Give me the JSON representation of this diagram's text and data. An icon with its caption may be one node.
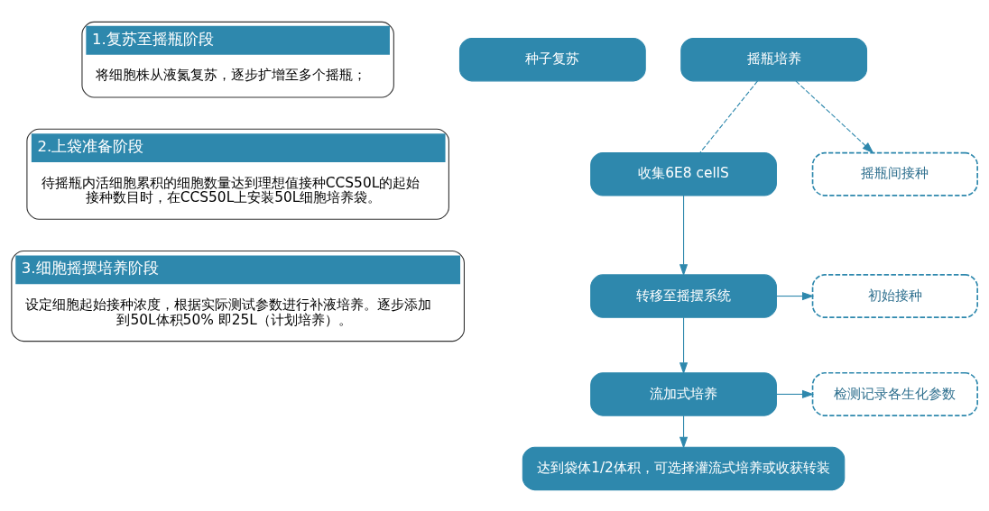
{
  "diagram": {
    "nodes": [
      {
        "text": [
          "1.复苏至摇瓶阶段",
          "将细胞株从液氮复苏，逐步扩增至多个摇瓶；"
        ]
      },
      {
        "text": [
          "2.上袋准备阶段",
          "待摇瓶内活细胞累积的细胞数量达到理想值接种CCS50L的起始接种数目时，在CCS50L上安装50L细胞培养袋。"
        ]
      },
      {
        "text": [
          "3.细胞摇摆培养阶段",
          "设定细胞起始接种浓度，根据实际测试参数进行补液培养。逐步添加到50L体积50% 即25L（计划培养）。"
        ]
      },
      {
        "text": [
          "种子复苏"
        ]
      },
      {
        "text": [
          "摇瓶培养"
        ]
      },
      {
        "text": [
          "收集6E8 cellS"
        ]
      },
      {
        "text": [
          "摇瓶间接种"
        ]
      },
      {
        "text": [
          "转移至摇摆系统"
        ]
      },
      {
        "text": [
          "初始接种"
        ]
      },
      {
        "text": [
          "流加式培养"
        ]
      },
      {
        "text": [
          "检测记录各生化参数"
        ]
      },
      {
        "text": [
          "达到袋体1/2体积，可选择灌流式培养或收获转装"
        ]
      }
    ],
    "edges": [
      {
        "from": 4,
        "to": 5,
        "arrow": "none",
        "style": "dashed"
      },
      {
        "from": 4,
        "to": 6,
        "arrow": "to",
        "style": "dashed"
      },
      {
        "from": 5,
        "to": 7,
        "arrow": "to"
      },
      {
        "from": 7,
        "to": 8,
        "arrow": "to"
      },
      {
        "from": 7,
        "to": 9,
        "arrow": "to"
      },
      {
        "from": 9,
        "to": 10,
        "arrow": "to"
      },
      {
        "from": 9,
        "to": 11,
        "arrow": "to"
      }
    ]
  }
}
